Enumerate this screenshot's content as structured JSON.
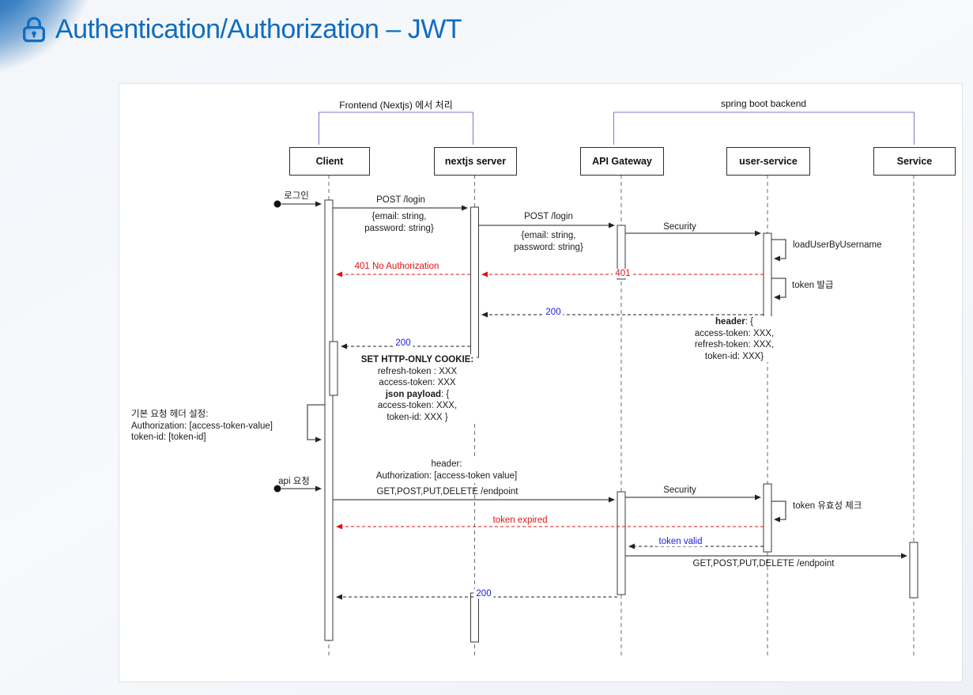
{
  "header": {
    "title": "Authentication/Authorization – JWT",
    "title_color": "#0f6cbf"
  },
  "diagram": {
    "groups": {
      "frontend": "Frontend (Nextjs) 에서 처리",
      "backend": "spring boot backend"
    },
    "lifelines": {
      "client": "Client",
      "nextjs": "nextjs server",
      "gateway": "API Gateway",
      "user_service": "user-service",
      "service": "Service"
    },
    "messages": {
      "login_trigger": "로그인",
      "post_login": "POST /login",
      "post_login_body": [
        "{email: string,",
        "password: string}"
      ],
      "security": "Security",
      "load_user": "loadUserByUsername",
      "unauthorized_full": "401 No Authorization",
      "unauthorized_code": "401",
      "token_issue": "token 발급",
      "ok": "200",
      "resp_header": {
        "title_bold": "header",
        "title_rest": ": {",
        "lines": [
          "access-token: XXX,",
          "refresh-token: XXX,",
          "token-id: XXX}"
        ]
      },
      "cookie": {
        "title": "SET HTTP-ONLY COOKIE:",
        "lines": [
          "refresh-token : XXX",
          "access-token: XXX"
        ],
        "payload_bold": "json payload",
        "payload_rest": ": {",
        "payload_lines": [
          "access-token: XXX,",
          "token-id: XXX }"
        ]
      },
      "note": [
        "기본 요청 헤더 설정:",
        "Authorization:  [access-token-value]",
        "token-id: [token-id]"
      ],
      "api_trigger": "api 요청",
      "req_header": [
        "header:",
        "Authorization: [access-token value]"
      ],
      "endpoint": "GET,POST,PUT,DELETE /endpoint",
      "token_check": "token 유효성 체크",
      "token_expired": "token expired",
      "token_valid": "token valid"
    },
    "colors": {
      "error": "#e01414",
      "status_ok": "#1a1ae0",
      "group_bracket": "#7878d2",
      "line": "#222222"
    }
  }
}
